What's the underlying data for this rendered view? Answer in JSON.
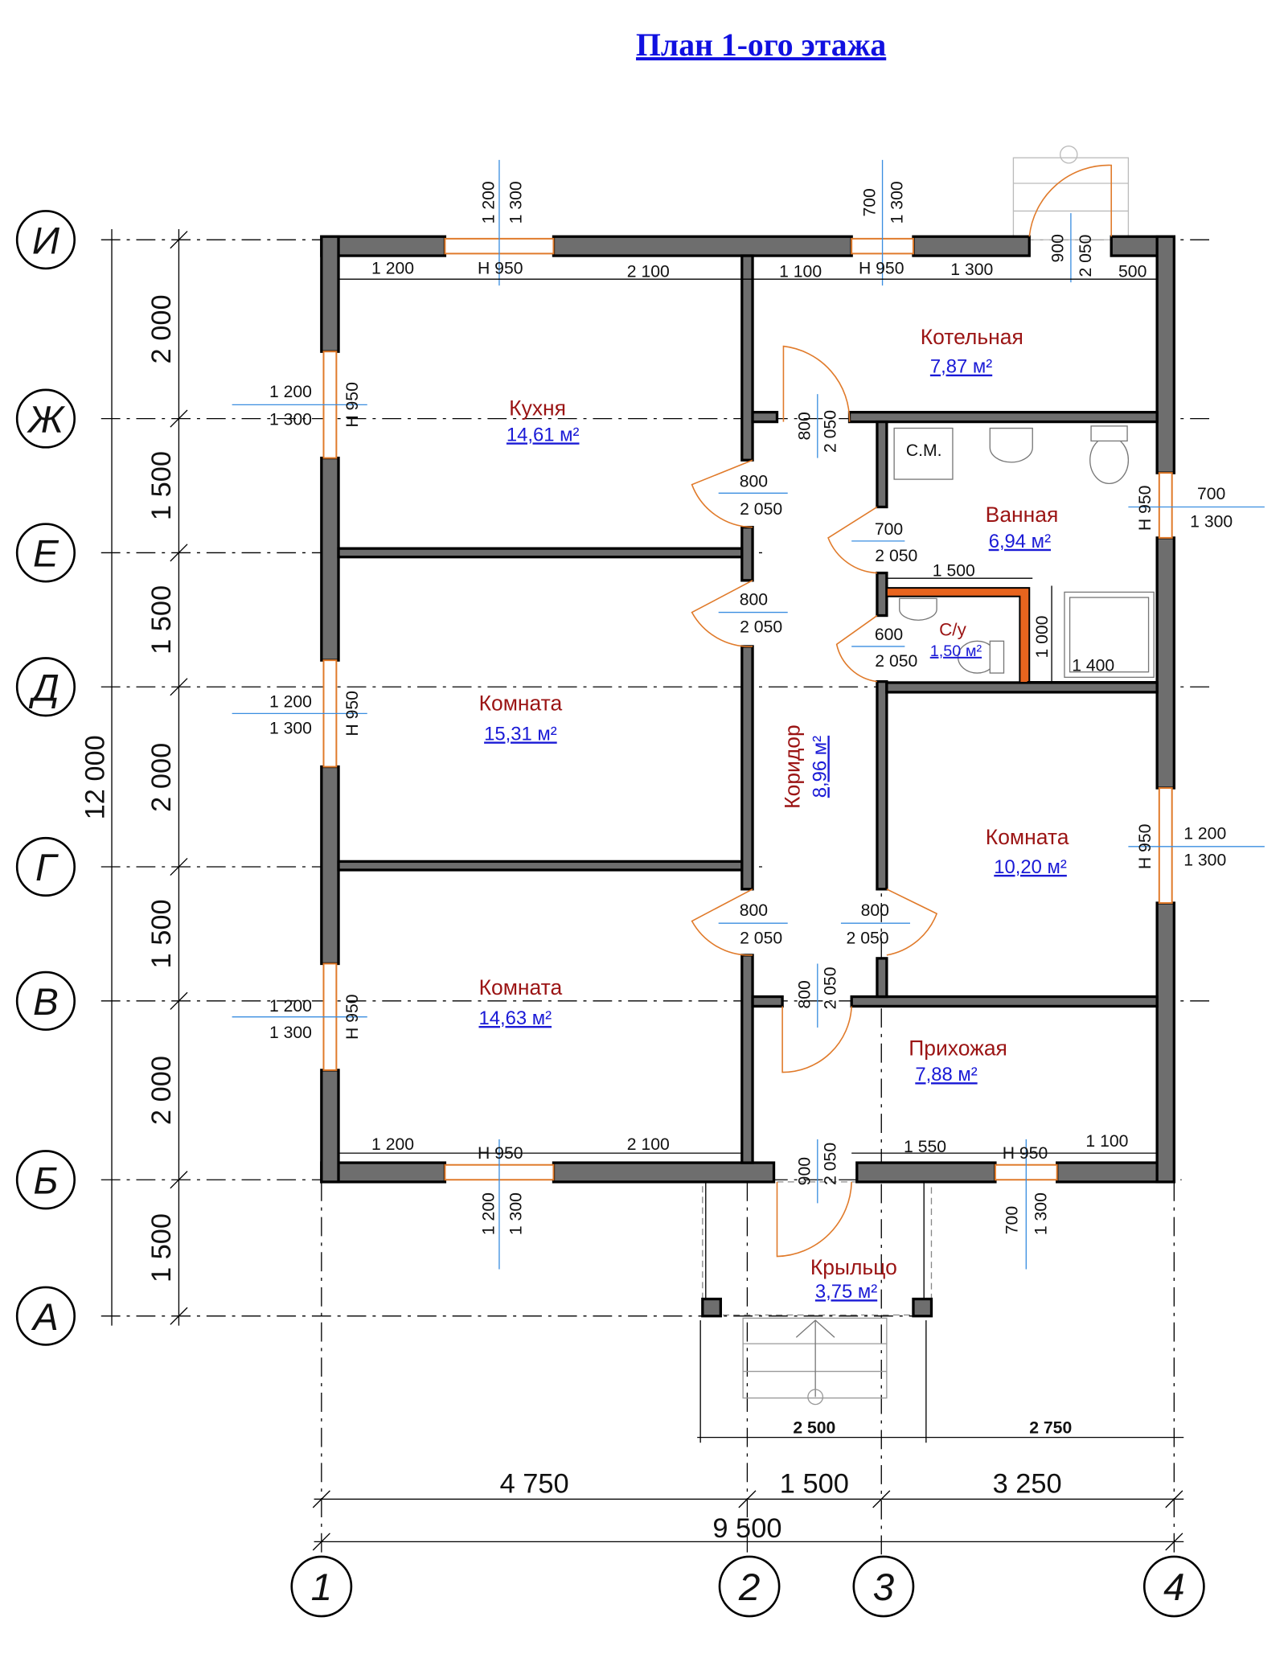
{
  "title": "План 1-ого этажа",
  "axes": {
    "rows": [
      "И",
      "Ж",
      "Е",
      "Д",
      "Г",
      "В",
      "Б",
      "А"
    ],
    "cols": [
      "1",
      "2",
      "3",
      "4"
    ]
  },
  "left_dims": [
    "2 000",
    "1 500",
    "1 500",
    "2 000",
    "1 500",
    "2 000",
    "1 500"
  ],
  "left_total": "12 000",
  "bottom_dims": {
    "a": "4 750",
    "b": "1 500",
    "c": "3 250",
    "total": "9 500",
    "porch_a": "2 500",
    "porch_b": "2 750"
  },
  "rooms": [
    {
      "name": "Кухня",
      "area": "14,61 м²"
    },
    {
      "name": "Котельная",
      "area": "7,87 м²"
    },
    {
      "name": "Ванная",
      "area": "6,94 м²"
    },
    {
      "name": "С/у",
      "area": "1,50 м²"
    },
    {
      "name": "Комната",
      "area": "15,31 м²"
    },
    {
      "name": "Коридор",
      "area": "8,96 м²"
    },
    {
      "name": "Комната",
      "area": "10,20 м²"
    },
    {
      "name": "Комната",
      "area": "14,63 м²"
    },
    {
      "name": "Прихожая",
      "area": "7,88 м²"
    },
    {
      "name": "Крыльцо",
      "area": "3,75 м²"
    }
  ],
  "fixtures": {
    "washer": "С.М."
  },
  "labels": {
    "top": [
      "1 200",
      "Н 950",
      "2 100",
      "1 100",
      "Н 950",
      "1 300",
      "500",
      "1 200",
      "1 300",
      "700",
      "1 300",
      "900",
      "2 050"
    ],
    "leftwin": [
      "1 200",
      "1 300",
      "Н 950",
      "1 200",
      "1 300",
      "Н 950",
      "1 200",
      "1 300",
      "Н 950"
    ],
    "rightwin": [
      "700",
      "1 300",
      "Н 950",
      "1 200",
      "1 300",
      "Н 950"
    ],
    "doors": [
      "800",
      "2 050",
      "800",
      "2 050",
      "700",
      "2 050",
      "600",
      "2 050",
      "1 500",
      "1 000",
      "1 400",
      "800",
      "2 050",
      "800",
      "2 050",
      "800",
      "2 050",
      "800",
      "2 050"
    ],
    "bottom": [
      "1 200",
      "Н 950",
      "2 100",
      "900",
      "2 050",
      "1 550",
      "Н 950",
      "1 100",
      "1 200",
      "1 300",
      "700",
      "1 300"
    ]
  }
}
